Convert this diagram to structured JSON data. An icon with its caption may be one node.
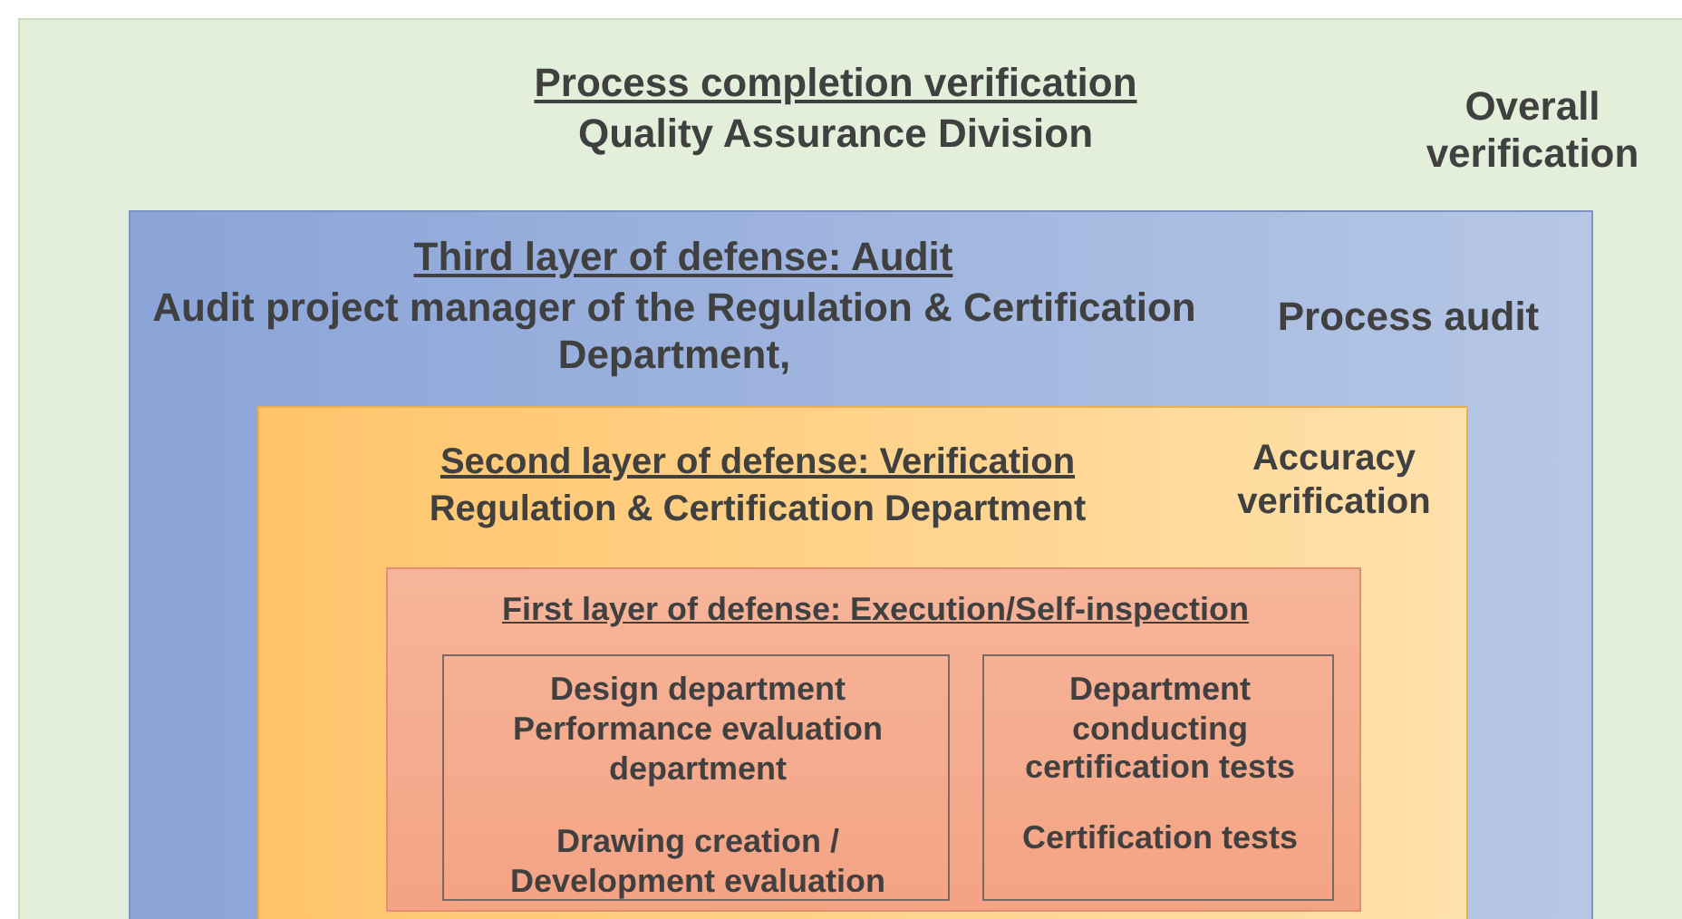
{
  "diagram": {
    "nodes": [
      {
        "text": [
          "Process completion verification",
          "Quality Assurance Division",
          "Overall verification"
        ]
      },
      {
        "text": [
          "Third layer of defense: Audit",
          "Audit project manager of the Regulation & Certification Department,",
          "Process audit"
        ],
        "in": 0
      },
      {
        "text": [
          "Second layer of defense: Verification",
          "Regulation & Certification Department",
          "Accuracy verification"
        ],
        "in": 1
      },
      {
        "text": [
          "First layer of defense: Execution/Self-inspection"
        ],
        "in": 2
      },
      {
        "text": [
          "Design department",
          "Performance evaluation department",
          "Drawing creation / Development evaluation"
        ],
        "in": 3
      },
      {
        "text": [
          "Department conducting certification tests",
          "Certification tests"
        ],
        "in": 3
      }
    ]
  }
}
